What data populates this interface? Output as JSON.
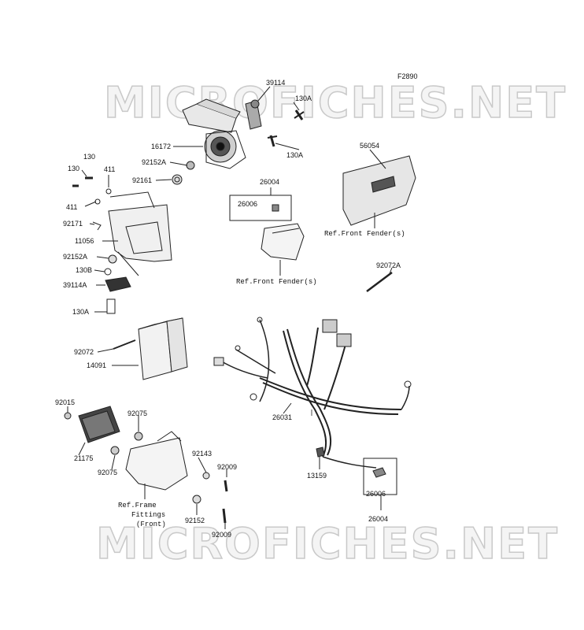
{
  "figure_code": "F2890",
  "watermark": "MICROFICHES.NET",
  "part_labels": {
    "p39114": "39114",
    "p130A_top": "130A",
    "p16172": "16172",
    "p130A_mid": "130A",
    "p92152A_top": "92152A",
    "p92161": "92161",
    "p130_a": "130",
    "p130_b": "130",
    "p411_a": "411",
    "p411_b": "411",
    "p92171": "92171",
    "p11056": "11056",
    "p92152A_low": "92152A",
    "p130B": "130B",
    "p39114A": "39114A",
    "p130A_bot": "130A",
    "p26004_top": "26004",
    "p26006_top": "26006",
    "p56054": "56054",
    "p92072A": "92072A",
    "p92072": "92072",
    "p14091": "14091",
    "p92015": "92015",
    "p92075_a": "92075",
    "p21175": "21175",
    "p92075_b": "92075",
    "p92143": "92143",
    "p92009_a": "92009",
    "p92152": "92152",
    "p92009_b": "92009",
    "p26031": "26031",
    "p13159": "13159",
    "p26006_bot": "26006",
    "p26004_bot": "26004"
  },
  "reference_notes": {
    "front_fender_right": "Ref.Front Fender(s)",
    "front_fender_center": "Ref.Front Fender(s)",
    "frame_fittings_line1": "Ref.Frame",
    "frame_fittings_line2": "Fittings",
    "frame_fittings_line3": "(Front)"
  }
}
